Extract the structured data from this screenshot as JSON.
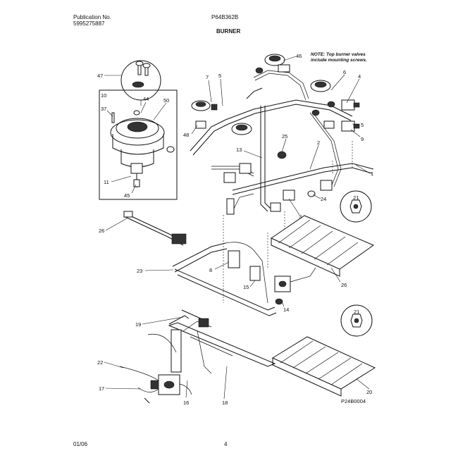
{
  "header": {
    "pub_label": "Publication No.",
    "pub_number": "5995275887",
    "model": "P64B362B",
    "section": "BURNER"
  },
  "note": {
    "line1": "NOTE: Top burner valves",
    "line2": "include mounting screws."
  },
  "callouts": [
    "47",
    "46",
    "7",
    "5",
    "6",
    "4",
    "10",
    "44",
    "50",
    "37",
    "48",
    "25",
    "13",
    "1",
    "2",
    "3",
    "9",
    "11",
    "45",
    "24",
    "21",
    "26",
    "23",
    "8",
    "15",
    "14",
    "19",
    "22",
    "17",
    "16",
    "18",
    "20"
  ],
  "figure_id": "P24B0004",
  "footer": {
    "date": "01/06",
    "page": "4"
  }
}
